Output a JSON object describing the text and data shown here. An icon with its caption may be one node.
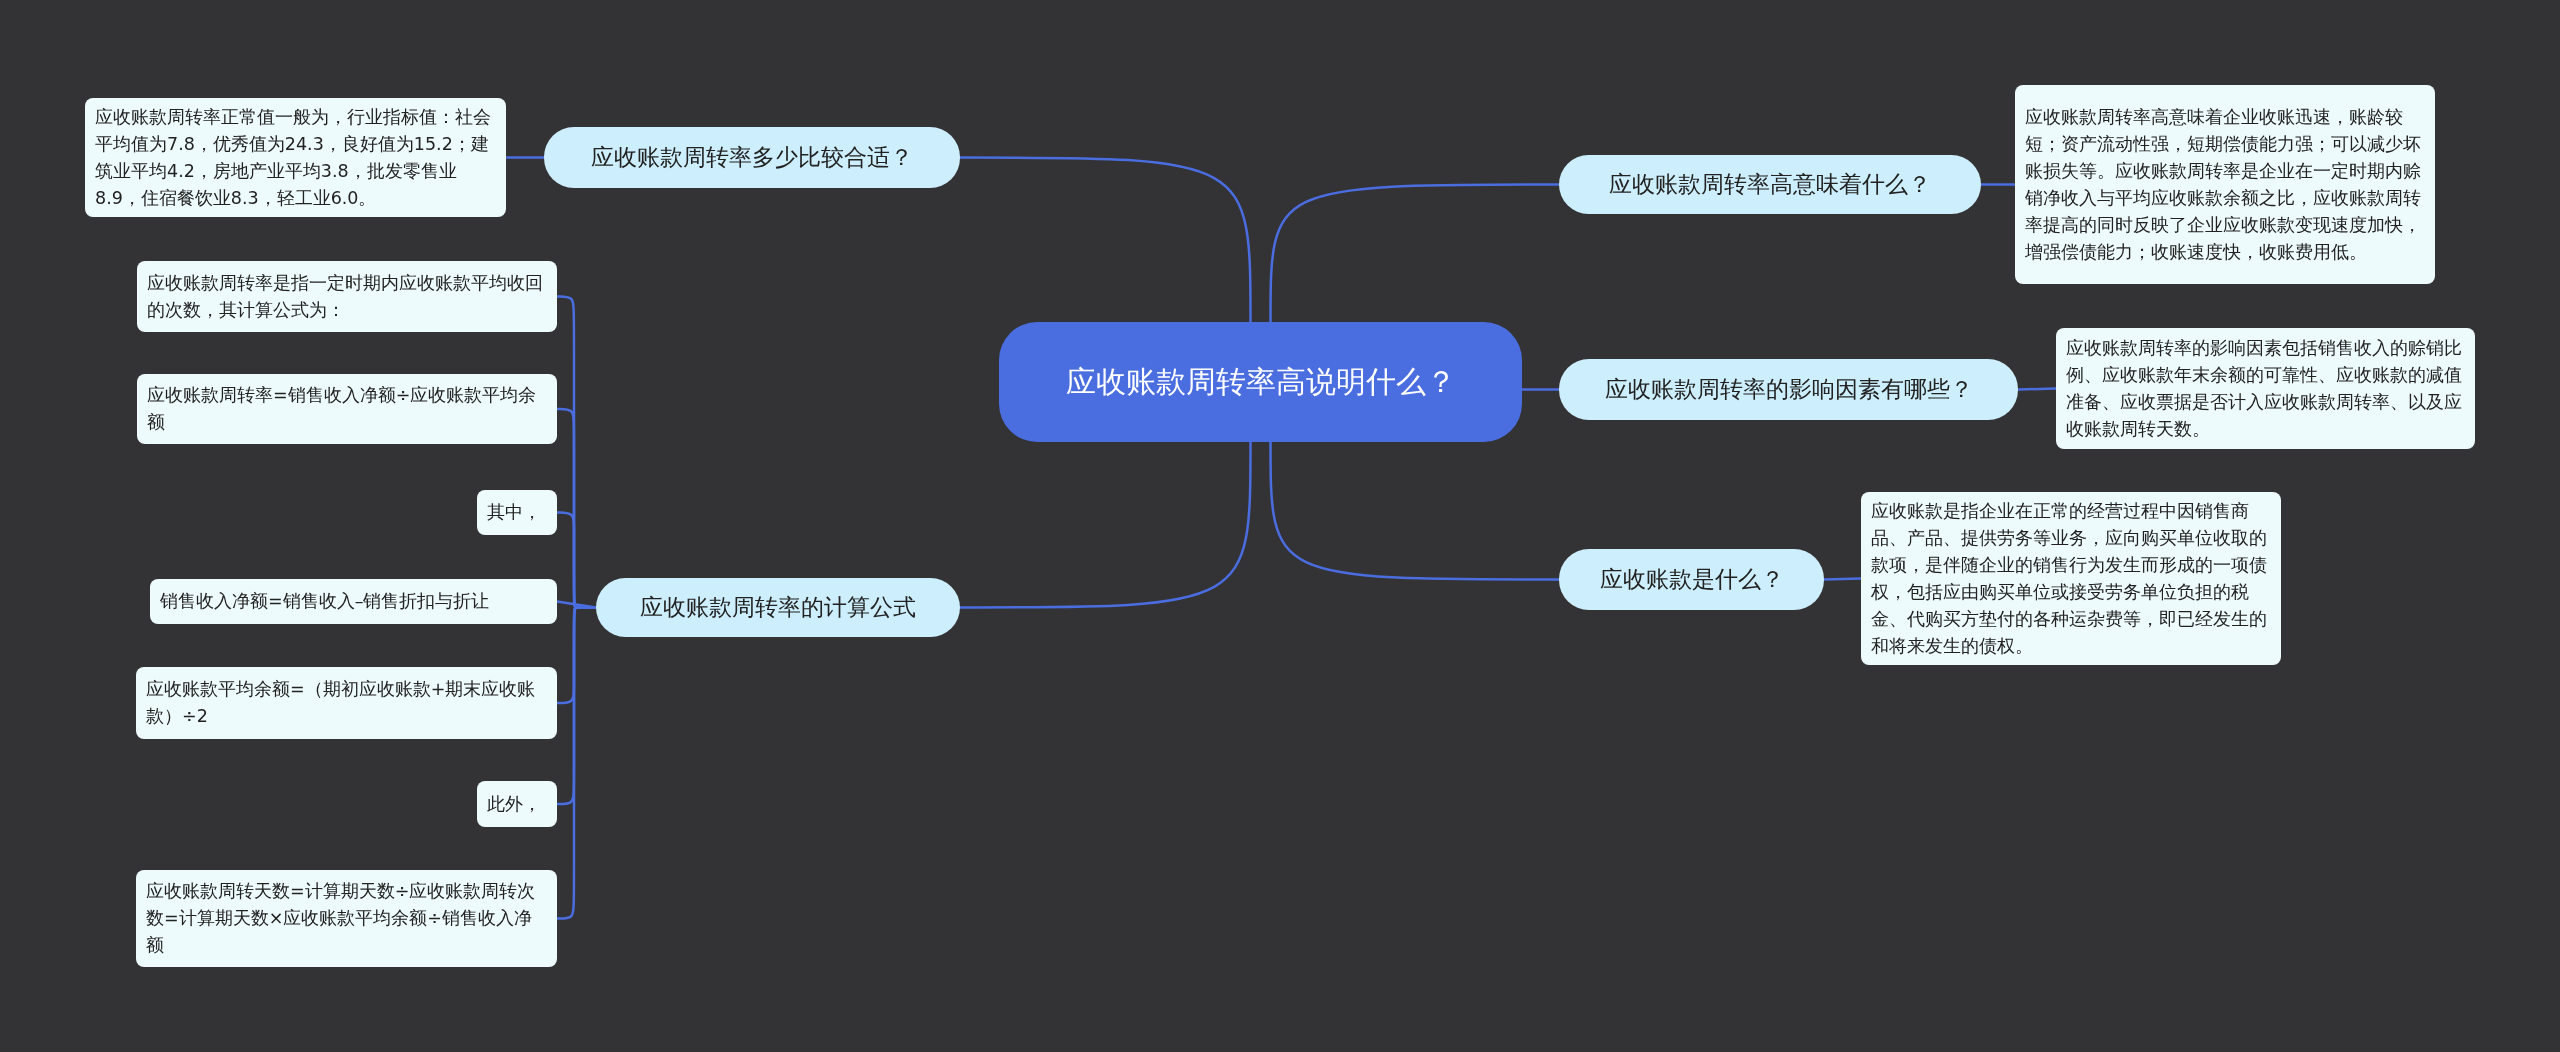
{
  "diagram": {
    "nodes": [
      {
        "text": [
          "应收账款周转率高说明什么？"
        ]
      },
      {
        "text": [
          "应收账款周转率多少比较合适？"
        ]
      },
      {
        "text": [
          "应收账款周转率正常值一般为，行业指标值：社会平均值为7.8，优秀值为24.3，良好值为15.2；建筑业平均4.2，房地产业平均3.8，批发零售业8.9，住宿餐饮业8.3，轻工业6.0。"
        ]
      },
      {
        "text": [
          "应收账款周转率的计算公式"
        ]
      },
      {
        "text": [
          "应收账款周转率是指一定时期内应收账款平均收回的次数，其计算公式为："
        ]
      },
      {
        "text": [
          "应收账款周转率=销售收入净额÷应收账款平均余额"
        ]
      },
      {
        "text": [
          "其中，"
        ]
      },
      {
        "text": [
          "销售收入净额=销售收入–销售折扣与折让"
        ]
      },
      {
        "text": [
          "应收账款平均余额=（期初应收账款+期末应收账款）÷2"
        ]
      },
      {
        "text": [
          "此外，"
        ]
      },
      {
        "text": [
          "应收账款周转天数=计算期天数÷应收账款周转次数=计算期天数×应收账款平均余额÷销售收入净额"
        ]
      },
      {
        "text": [
          "应收账款周转率高意味着什么？"
        ]
      },
      {
        "text": [
          "应收账款周转率高意味着企业收账迅速，账龄较短；资产流动性强，短期偿债能力强；可以减少坏账损失等。应收账款周转率是企业在一定时期内赊销净收入与平均应收账款余额之比，应收账款周转率提高的同时反映了企业应收账款变现速度加快，增强偿债能力；收账速度快，收账费用低。"
        ]
      },
      {
        "text": [
          "应收账款周转率的影响因素有哪些？"
        ]
      },
      {
        "text": [
          "应收账款周转率的影响因素包括销售收入的赊销比例、应收账款年末余额的可靠性、应收账款的减值准备、应收票据是否计入应收账款周转率、以及应收账款周转天数。"
        ]
      },
      {
        "text": [
          "应收账款是什么？"
        ]
      },
      {
        "text": [
          "应收账款是指企业在正常的经营过程中因销售商品、产品、提供劳务等业务，应向购买单位收取的款项，是伴随企业的销售行为发生而形成的一项债权，包括应由购买单位或接受劳务单位负担的税金、代购买方垫付的各种运杂费等，即已经发生的和将来发生的债权。"
        ]
      }
    ],
    "edges": [
      {
        "from": 0,
        "to": 1,
        "arrow": "none"
      },
      {
        "from": 1,
        "to": 2,
        "arrow": "none"
      },
      {
        "from": 0,
        "to": 3,
        "arrow": "none"
      },
      {
        "from": 3,
        "to": 4,
        "arrow": "none"
      },
      {
        "from": 3,
        "to": 5,
        "arrow": "none"
      },
      {
        "from": 3,
        "to": 6,
        "arrow": "none"
      },
      {
        "from": 3,
        "to": 7,
        "arrow": "none"
      },
      {
        "from": 3,
        "to": 8,
        "arrow": "none"
      },
      {
        "from": 3,
        "to": 9,
        "arrow": "none"
      },
      {
        "from": 3,
        "to": 10,
        "arrow": "none"
      },
      {
        "from": 0,
        "to": 11,
        "arrow": "none"
      },
      {
        "from": 11,
        "to": 12,
        "arrow": "none"
      },
      {
        "from": 0,
        "to": 13,
        "arrow": "none"
      },
      {
        "from": 13,
        "to": 14,
        "arrow": "none"
      },
      {
        "from": 0,
        "to": 15,
        "arrow": "none"
      },
      {
        "from": 15,
        "to": 16,
        "arrow": "none"
      }
    ]
  }
}
